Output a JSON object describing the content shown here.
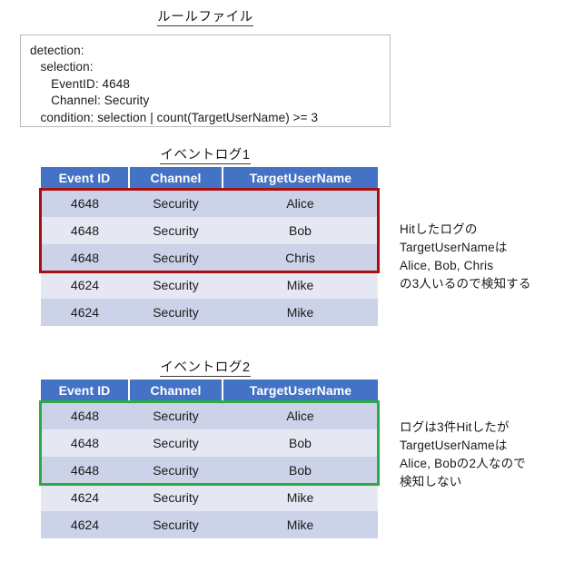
{
  "rule_section": {
    "title": "ルールファイル",
    "code": "detection:\n   selection:\n      EventID: 4648\n      Channel: Security\n   condition: selection | count(TargetUserName) >= 3"
  },
  "colors": {
    "header_blue": "#4472c4",
    "row_odd": "#ccd3e8",
    "row_even": "#e5e8f3",
    "highlight_red": "#a81010",
    "highlight_green": "#2cab45",
    "box_border": "#b9b9b9"
  },
  "log1": {
    "title": "イベントログ1",
    "columns": [
      "Event ID",
      "Channel",
      "TargetUserName"
    ],
    "rows": [
      [
        "4648",
        "Security",
        "Alice"
      ],
      [
        "4648",
        "Security",
        "Bob"
      ],
      [
        "4648",
        "Security",
        "Chris"
      ],
      [
        "4624",
        "Security",
        "Mike"
      ],
      [
        "4624",
        "Security",
        "Mike"
      ]
    ],
    "highlight": {
      "color": "#a81010",
      "rows": [
        0,
        1,
        2
      ]
    },
    "note": "Hitしたログの\nTargetUserNameは\nAlice, Bob, Chris\nの3人いるので検知する"
  },
  "log2": {
    "title": "イベントログ2",
    "columns": [
      "Event ID",
      "Channel",
      "TargetUserName"
    ],
    "rows": [
      [
        "4648",
        "Security",
        "Alice"
      ],
      [
        "4648",
        "Security",
        "Bob"
      ],
      [
        "4648",
        "Security",
        "Bob"
      ],
      [
        "4624",
        "Security",
        "Mike"
      ],
      [
        "4624",
        "Security",
        "Mike"
      ]
    ],
    "highlight": {
      "color": "#2cab45",
      "rows": [
        0,
        1,
        2
      ]
    },
    "note": "ログは3件Hitしたが\nTargetUserNameは\nAlice, Bobの2人なので\n検知しない"
  }
}
